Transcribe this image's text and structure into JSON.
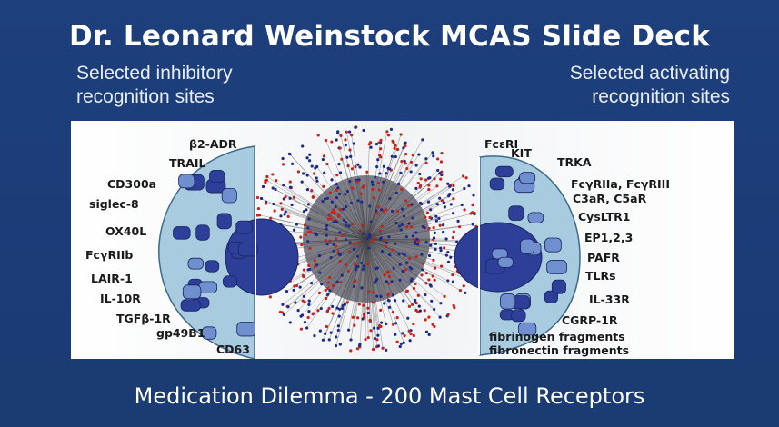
{
  "slide": {
    "title": "Dr. Leonard Weinstock MCAS Slide Deck",
    "left_heading": [
      "Selected inhibitory",
      "recognition sites"
    ],
    "right_heading": [
      "Selected activating",
      "recognition sites"
    ],
    "caption": "Medication Dilemma - 200 Mast Cell Receptors"
  },
  "figure": {
    "inhibitory_receptors": [
      "β2-ADR",
      "TRAIL",
      "CD300a",
      "siglec-8",
      "OX40L",
      "FcγRIIb",
      "LAIR-1",
      "IL-10R",
      "TGFβ-1R",
      "gp49B1",
      "CD63"
    ],
    "activating_receptors": [
      "FcεRI",
      "KIT",
      "TRKA",
      "FcγRIIa, FcγRIII",
      "C3aR, C5aR",
      "CysLTR1",
      "EP1,2,3",
      "PAFR",
      "TLRs",
      "IL-33R",
      "CGRP-1R",
      "fibrinogen fragments",
      "fibronectin fragments"
    ],
    "colors": {
      "cell": "#a9cbe0",
      "granule_dark": "#2e3f9a",
      "granule_light": "#6f8fcf",
      "network_red": "#c8221c",
      "network_blue": "#1c2a8c"
    }
  }
}
